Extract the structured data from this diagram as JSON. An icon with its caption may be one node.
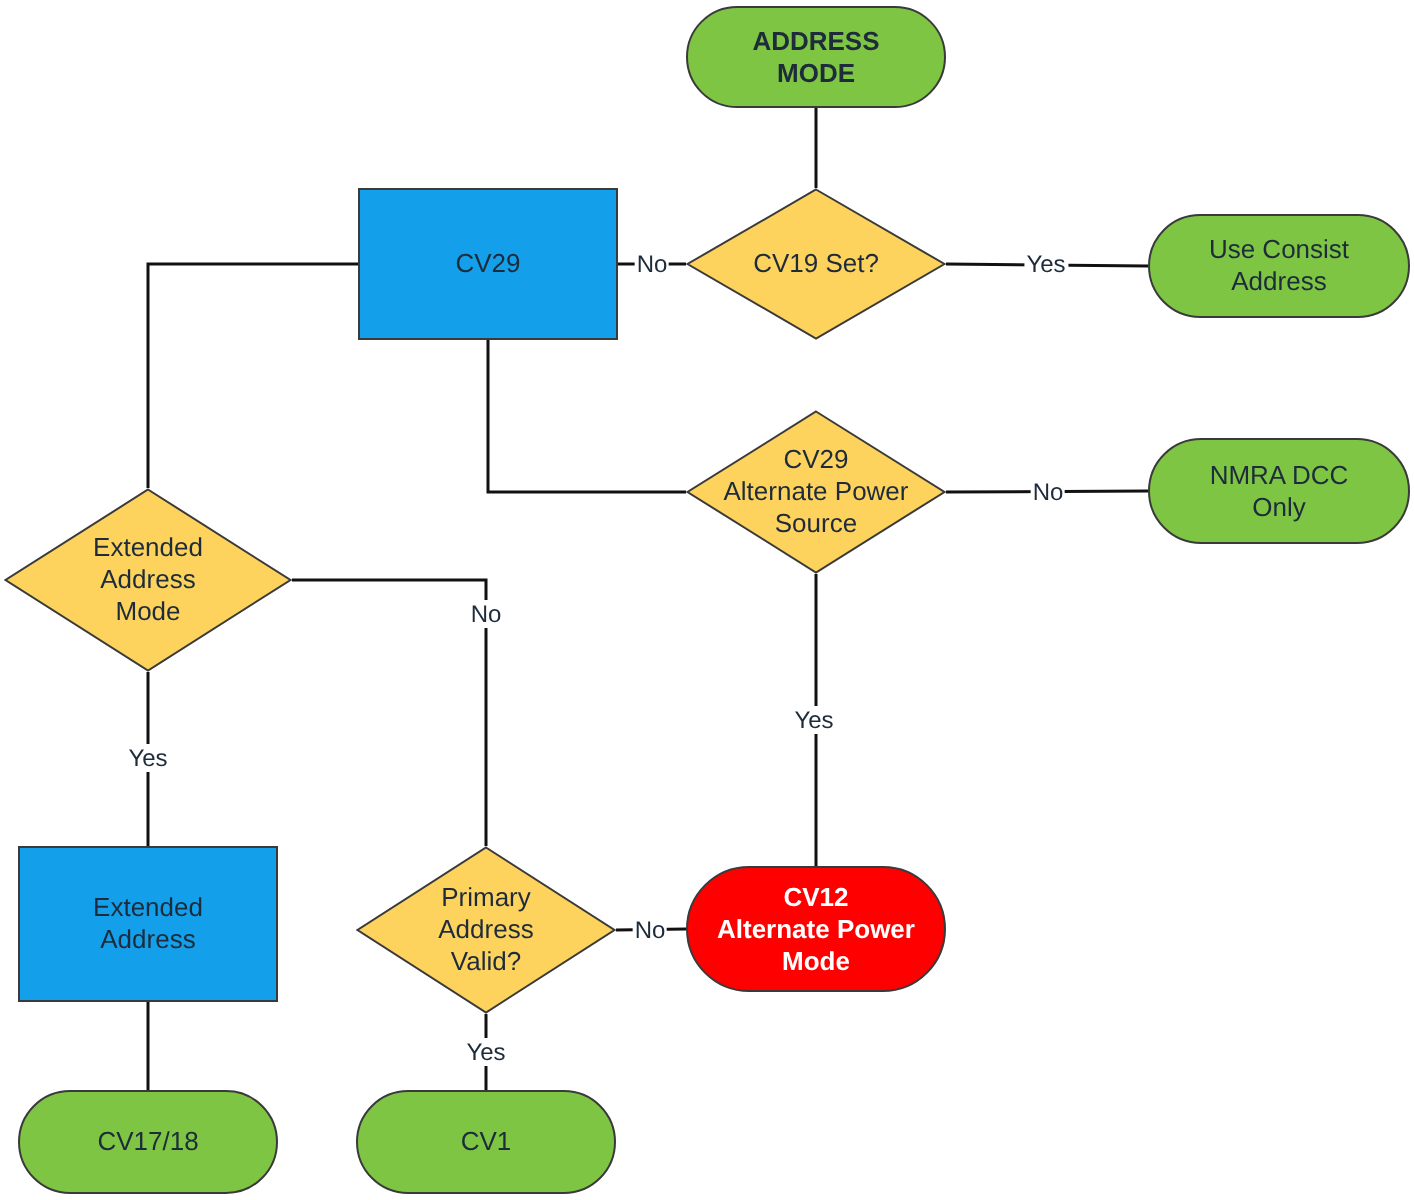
{
  "diagram": {
    "nodes": [
      {
        "text": [
          "ADDRESS MODE"
        ]
      },
      {
        "text": [
          "CV29"
        ]
      },
      {
        "text": [
          "CV19 Set?"
        ]
      },
      {
        "text": [
          "Use Consist Address"
        ]
      },
      {
        "text": [
          "CV29",
          "Alternate Power Source"
        ]
      },
      {
        "text": [
          "NMRA DCC Only"
        ]
      },
      {
        "text": [
          "Extended Address Mode"
        ]
      },
      {
        "text": [
          "Extended Address"
        ]
      },
      {
        "text": [
          "Primary Address Valid?"
        ]
      },
      {
        "text": [
          "CV12",
          "Alternate Power Mode"
        ]
      },
      {
        "text": [
          "CV17/18"
        ]
      },
      {
        "text": [
          "CV1"
        ]
      }
    ],
    "edges": [
      {
        "from": 0,
        "to": 2,
        "arrow": "none"
      },
      {
        "from": 2,
        "to": 1,
        "arrow": "none",
        "label": "No"
      },
      {
        "from": 2,
        "to": 3,
        "arrow": "none",
        "label": "Yes"
      },
      {
        "from": 1,
        "to": 6,
        "arrow": "none"
      },
      {
        "from": 1,
        "to": 4,
        "arrow": "none"
      },
      {
        "from": 4,
        "to": 5,
        "arrow": "none",
        "label": "No"
      },
      {
        "from": 4,
        "to": 9,
        "arrow": "none",
        "label": "Yes"
      },
      {
        "from": 6,
        "to": 7,
        "arrow": "none",
        "label": "Yes"
      },
      {
        "from": 6,
        "to": 8,
        "arrow": "none",
        "label": "No"
      },
      {
        "from": 8,
        "to": 9,
        "arrow": "none",
        "label": "No"
      },
      {
        "from": 8,
        "to": 11,
        "arrow": "none",
        "label": "Yes"
      },
      {
        "from": 7,
        "to": 10,
        "arrow": "none"
      }
    ]
  }
}
